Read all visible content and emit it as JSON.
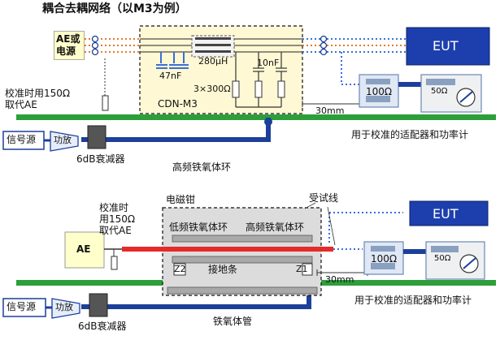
{
  "top": {
    "title": "耦合去耦网络（以M3为例）",
    "ae_source": "AE或\n电源",
    "inductor": "280μH",
    "cap_47": "47nF",
    "cap_10": "10nF",
    "resistors": "3×300Ω",
    "cdn_label": "CDN-M3",
    "eut": "EUT",
    "r100": "100Ω",
    "r50": "50Ω",
    "dist": "30mm",
    "cal_replace": "校准时用150Ω\n取代AE",
    "signal_source": "信号源",
    "amplifier": "功放",
    "attenuator": "6dB衰减器",
    "ferrite_ring": "高频铁氧体环",
    "adapter_caption": "用于校准的适配器和功率计"
  },
  "bottom": {
    "cal_replace": "校准时\n用150Ω\n取代AE",
    "clamp": "电磁钳",
    "wire_under_test": "受试线",
    "eut": "EUT",
    "ae": "AE",
    "low_freq_ring": "低频铁氧体环",
    "high_freq_ring": "高频铁氧体环",
    "z2": "Z2",
    "ground_strip": "接地条",
    "z1": "Z1",
    "r100": "100Ω",
    "r50": "50Ω",
    "dist": "30mm",
    "adapter_caption": "用于校准的适配器和功率计",
    "signal_source": "信号源",
    "amplifier": "功放",
    "attenuator": "6dB衰减器",
    "ferrite_tube": "铁氧体管"
  },
  "colors": {
    "ground_plane": "#2e9e3a",
    "cable_blue": "#1c3f9a",
    "eut_fill": "#1d3fae",
    "cdn_fill": "#fff8d4",
    "ae_fill": "#ffffcc",
    "wire_red": "#e52a2a",
    "ferrite_grey": "#a9a9a9"
  }
}
